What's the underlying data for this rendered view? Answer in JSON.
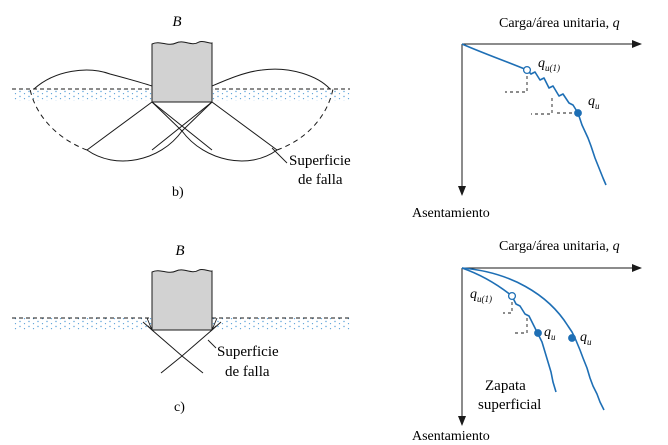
{
  "colors": {
    "curve": "#1e6fb5",
    "ink": "#1a1a1a",
    "footing": "#d2d2d2",
    "soil_dots": "#5aa0d8"
  },
  "panel_b": {
    "footing_width_label": "B",
    "failure_surface_label_line1": "Superficie",
    "failure_surface_label_line2": "de falla",
    "caption": "b)",
    "graph": {
      "x_axis_label": "Carga/área unitaria,",
      "x_axis_symbol": "q",
      "y_axis_label": "Asentamiento",
      "point_first_failure": {
        "sym": "q",
        "sub": "u(1)"
      },
      "point_ultimate": {
        "sym": "q",
        "sub": "u"
      }
    }
  },
  "panel_c": {
    "footing_width_label": "B",
    "failure_surface_label_line1": "Superficie",
    "failure_surface_label_line2": "de falla",
    "caption": "c)",
    "graph": {
      "x_axis_label": "Carga/área unitaria,",
      "x_axis_symbol": "q",
      "y_axis_label": "Asentamiento",
      "point_first_failure": {
        "sym": "q",
        "sub": "u(1)"
      },
      "point_ultimate_inner": {
        "sym": "q",
        "sub": "u"
      },
      "point_ultimate_outer": {
        "sym": "q",
        "sub": "u"
      },
      "curve_label_line1": "Zapata",
      "curve_label_line2": "superficial"
    }
  }
}
